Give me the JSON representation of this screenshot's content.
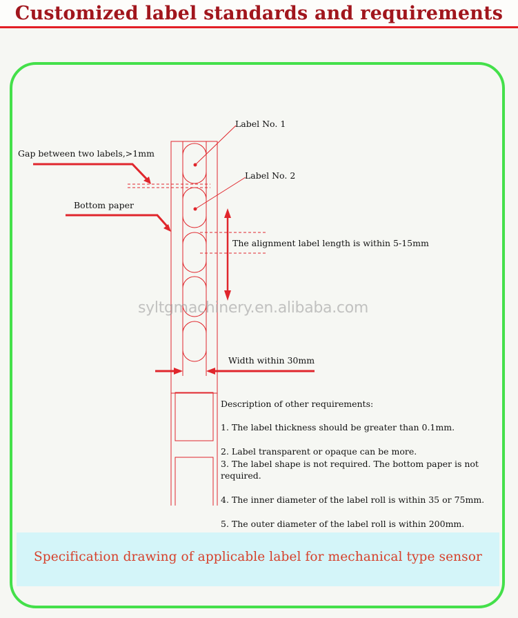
{
  "header": {
    "title": "Customized label standards and requirements"
  },
  "diagram": {
    "label_no_1": "Label No. 1",
    "label_no_2": "Label No. 2",
    "gap": "Gap between two labels,>1mm",
    "bottom_paper": "Bottom paper",
    "alignment": "The alignment label length is within 5-15mm",
    "width": "Width within 30mm"
  },
  "requirements": {
    "heading": "Description of other requirements:",
    "items": [
      "1. The label thickness should be greater than 0.1mm.",
      "2. Label transparent or opaque can be more.",
      "3. The label shape is not required. The bottom paper is not required.",
      "4. The inner diameter of the label roll is within 35 or 75mm.",
      "5. The outer diameter of the label roll is within 200mm."
    ]
  },
  "watermark": "syltgmachinery.en.alibaba.com",
  "footer_caption": "Specification drawing of applicable label for mechanical type sensor",
  "colors": {
    "title": "#a1161d",
    "stripe": "#e31e24",
    "frame": "#44e04a",
    "line": "#e0262c",
    "band": "#d4f5f9",
    "caption": "#d6402b"
  }
}
